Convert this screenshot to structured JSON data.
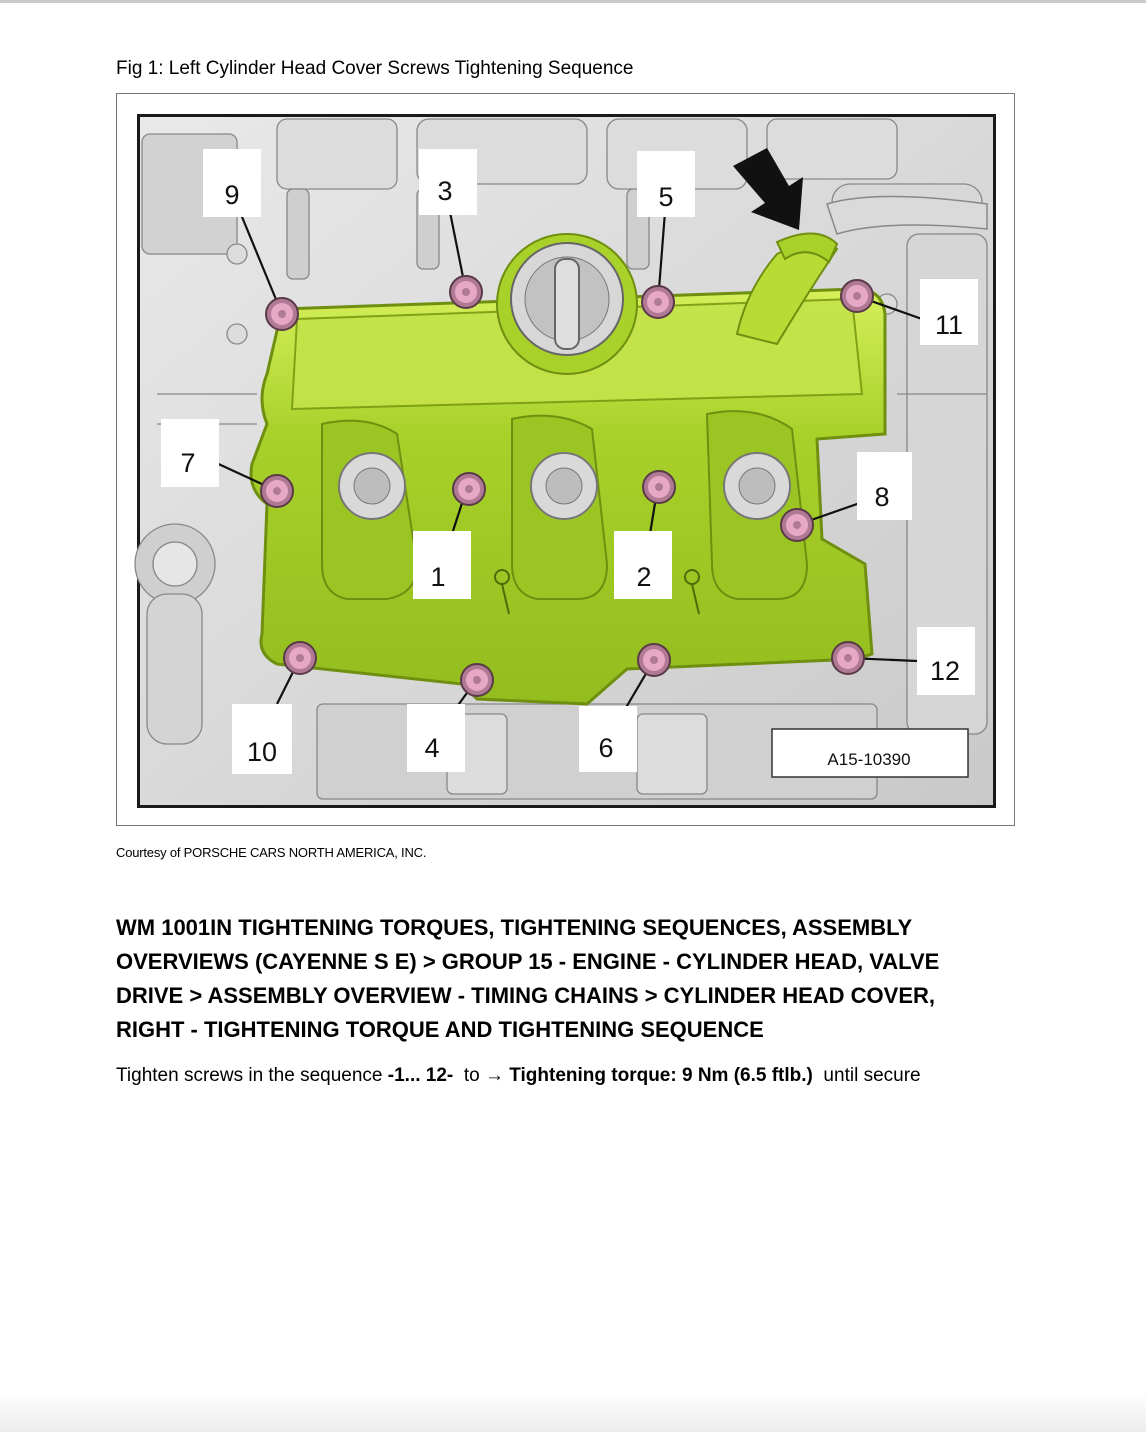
{
  "figure": {
    "caption": "Fig 1: Left Cylinder Head Cover Screws Tightening Sequence",
    "reference": "A15-10390",
    "callouts": [
      "1",
      "2",
      "3",
      "4",
      "5",
      "6",
      "7",
      "8",
      "9",
      "10",
      "11",
      "12"
    ],
    "colors": {
      "cover": "#a8d12a",
      "cover_edge": "#6f8f10",
      "screw": "#e7a8c6"
    },
    "icon": "arrow-pointer-icon"
  },
  "courtesy": "Courtesy of PORSCHE CARS NORTH AMERICA, INC.",
  "heading": "WM 1001IN TIGHTENING TORQUES, TIGHTENING SEQUENCES, ASSEMBLY OVERVIEWS (CAYENNE S E) > GROUP 15 - ENGINE - CYLINDER HEAD, VALVE DRIVE > ASSEMBLY OVERVIEW - TIMING CHAINS > CYLINDER HEAD COVER, RIGHT - TIGHTENING TORQUE AND TIGHTENING SEQUENCE",
  "instruction": {
    "prefix": "Tighten screws in the sequence ",
    "sequence": "-1... 12-",
    "middle": "  to → ",
    "torque": "Tightening torque: 9 Nm (6.5 ftlb.)",
    "suffix": "  until secure"
  }
}
